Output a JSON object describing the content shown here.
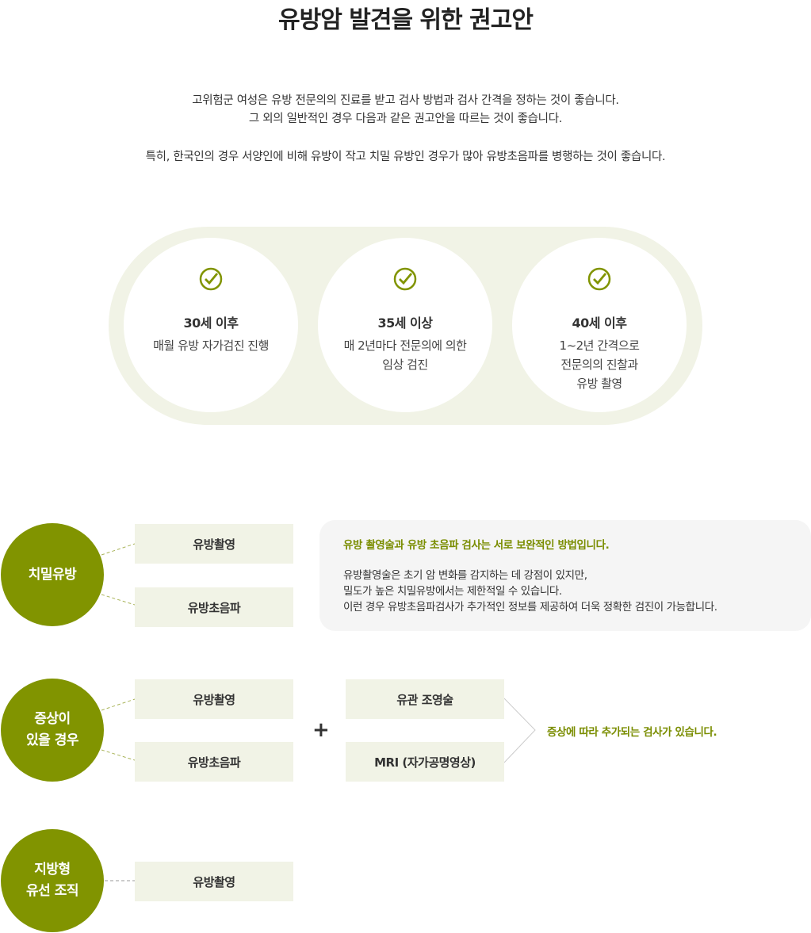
{
  "title": "유방암 발견을 위한 권고안",
  "intro": [
    "고위험군 여성은 유방 전문의의 진료를 받고 검사 방법과 검사 간격을 정하는 것이 좋습니다.",
    "그 외의 일반적인 경우 다음과 같은 권고안을 따르는 것이 좋습니다.",
    "특히, 한국인의 경우 서양인에 비해 유방이 작고 치밀 유방인 경우가 많아 유방초음파를 병행하는 것이 좋습니다."
  ],
  "steps": [
    {
      "icon": "check-circle-icon",
      "heading": "30세 이후",
      "lines": [
        "매월 유방 자가검진 진행"
      ]
    },
    {
      "icon": "check-circle-icon",
      "heading": "35세 이상",
      "lines": [
        "매 2년마다 전문의에 의한",
        "임상 검진"
      ]
    },
    {
      "icon": "check-circle-icon",
      "heading": "40세 이후",
      "lines": [
        "1~2년 간격으로",
        "전문의의 진찰과",
        "유방 촬영"
      ]
    }
  ],
  "dense": {
    "label": "치밀유방",
    "tests": [
      "유방촬영",
      "유방초음파"
    ],
    "panel_heading": "유방 촬영술과 유방 초음파 검사는 서로 보완적인 방법입니다.",
    "panel_lines": [
      "유방촬영술은 초기 암 변화를 감지하는 데 강점이 있지만,",
      "밀도가 높은 치밀유방에서는 제한적일 수 있습니다.",
      "이런 경우 유방초음파검사가 추가적인 정보를 제공하여 더욱 정확한 검진이 가능합니다."
    ]
  },
  "symptoms": {
    "label": [
      "증상이",
      "있을 경우"
    ],
    "tests": [
      "유방촬영",
      "유방초음파"
    ],
    "plus": "+",
    "extra": [
      "유관 조영술",
      "MRI (자가공명영상)"
    ],
    "note": "증상에 따라 추가되는 검사가 있습니다."
  },
  "fatty": {
    "label": [
      "지방형",
      "유선 조직"
    ],
    "tests": [
      "유방촬영"
    ]
  },
  "colors": {
    "accent": "#819400",
    "light": "#f1f3e6",
    "panel": "#f5f5f5"
  }
}
